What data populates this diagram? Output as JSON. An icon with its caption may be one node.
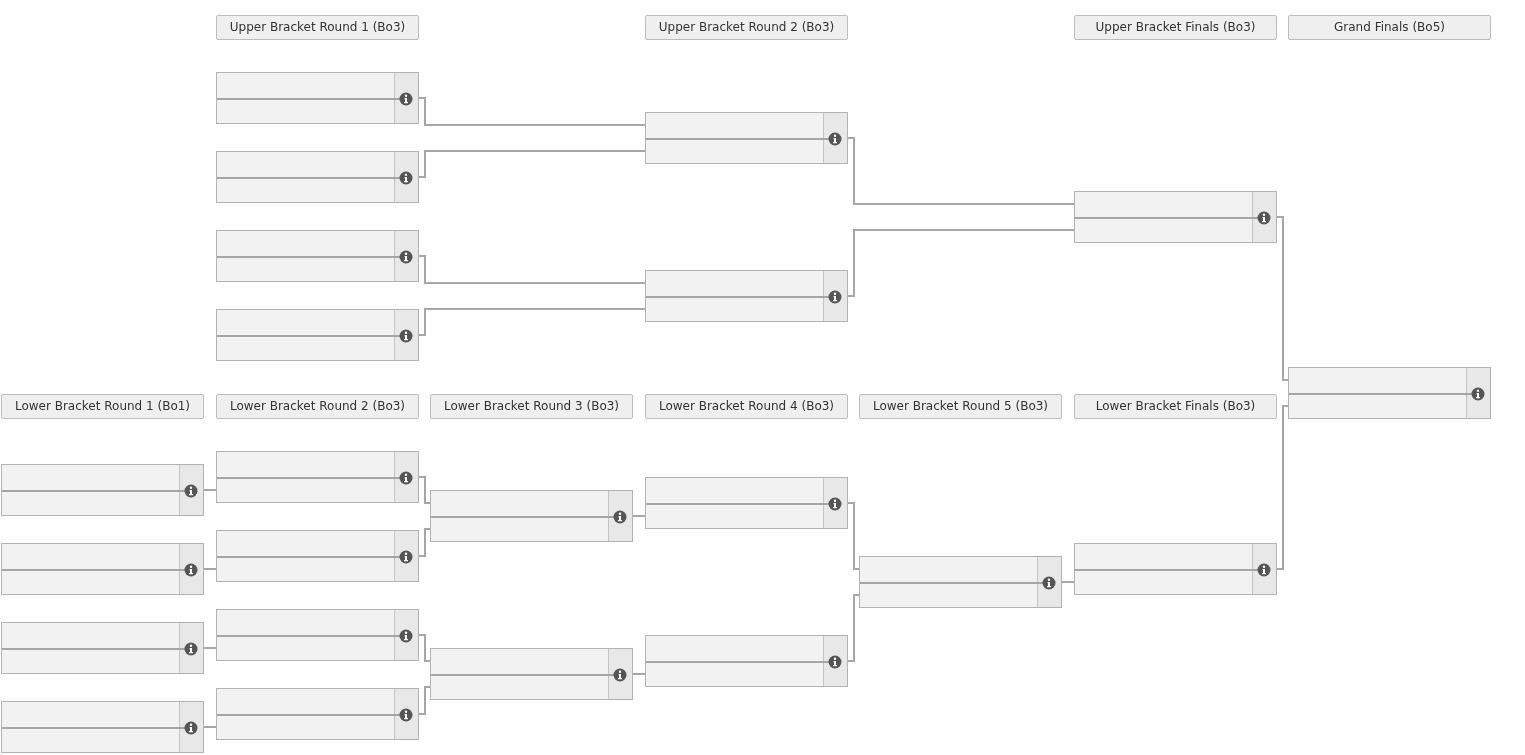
{
  "diagram": {
    "nodes": [
      {
        "text": [],
        "shape": "box"
      },
      {
        "text": [],
        "shape": "box"
      },
      {
        "text": [],
        "shape": "box"
      },
      {
        "text": [],
        "shape": "box"
      },
      {
        "text": [],
        "shape": "box"
      },
      {
        "text": [],
        "shape": "box"
      },
      {
        "text": [],
        "shape": "box"
      },
      {
        "text": [],
        "shape": "box"
      },
      {
        "text": [],
        "shape": "box"
      },
      {
        "text": [],
        "shape": "box"
      },
      {
        "text": [],
        "shape": "box"
      },
      {
        "text": [],
        "shape": "box"
      },
      {
        "text": [],
        "shape": "box"
      },
      {
        "text": [],
        "shape": "box"
      },
      {
        "text": [],
        "shape": "box"
      },
      {
        "text": [],
        "shape": "box"
      },
      {
        "text": [],
        "shape": "box"
      },
      {
        "text": [],
        "shape": "box"
      },
      {
        "text": [],
        "shape": "box"
      },
      {
        "text": [],
        "shape": "box"
      },
      {
        "text": [],
        "shape": "box"
      },
      {
        "text": [],
        "shape": "box"
      }
    ],
    "edges": [
      {
        "from": 0,
        "to": 4,
        "arrow": "none"
      },
      {
        "from": 1,
        "to": 4,
        "arrow": "none"
      },
      {
        "from": 2,
        "to": 5,
        "arrow": "none"
      },
      {
        "from": 3,
        "to": 5,
        "arrow": "none"
      },
      {
        "from": 4,
        "to": 6,
        "arrow": "none"
      },
      {
        "from": 5,
        "to": 6,
        "arrow": "none"
      },
      {
        "from": 6,
        "to": 7,
        "arrow": "none"
      },
      {
        "from": 8,
        "to": 12,
        "arrow": "none"
      },
      {
        "from": 9,
        "to": 13,
        "arrow": "none"
      },
      {
        "from": 10,
        "to": 14,
        "arrow": "none"
      },
      {
        "from": 11,
        "to": 15,
        "arrow": "none"
      },
      {
        "from": 12,
        "to": 16,
        "arrow": "none"
      },
      {
        "from": 13,
        "to": 16,
        "arrow": "none"
      },
      {
        "from": 14,
        "to": 17,
        "arrow": "none"
      },
      {
        "from": 15,
        "to": 17,
        "arrow": "none"
      },
      {
        "from": 16,
        "to": 18,
        "arrow": "none"
      },
      {
        "from": 17,
        "to": 19,
        "arrow": "none"
      },
      {
        "from": 18,
        "to": 20,
        "arrow": "none"
      },
      {
        "from": 19,
        "to": 20,
        "arrow": "none"
      },
      {
        "from": 20,
        "to": 21,
        "arrow": "none"
      },
      {
        "from": 21,
        "to": 7,
        "arrow": "none"
      }
    ],
    "labels": [
      "Upper Bracket Round 1 (Bo3)",
      "Upper Bracket Round 2 (Bo3)",
      "Upper Bracket Finals (Bo3)",
      "Grand Finals (Bo5)",
      "Lower Bracket Round 1 (Bo1)",
      "Lower Bracket Round 2 (Bo3)",
      "Lower Bracket Round 3 (Bo3)",
      "Lower Bracket Round 4 (Bo3)",
      "Lower Bracket Round 5 (Bo3)",
      "Lower Bracket Finals (Bo3)"
    ]
  }
}
